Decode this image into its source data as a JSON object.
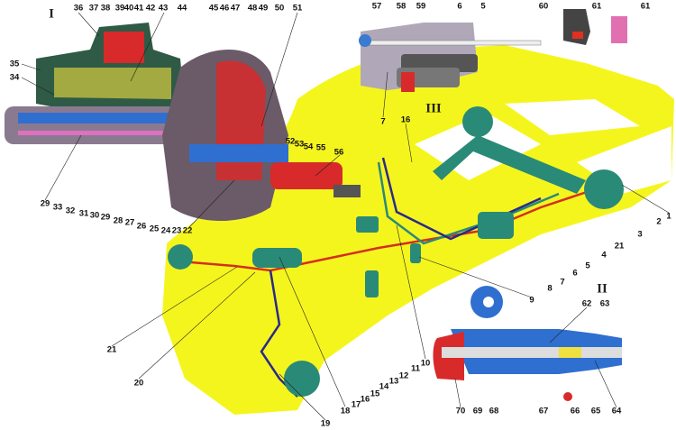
{
  "sections": [
    "I",
    "II",
    "III"
  ],
  "labels": [
    "36",
    "37",
    "38",
    "39",
    "40",
    "41",
    "42",
    "43",
    "44",
    "45",
    "46",
    "47",
    "48",
    "49",
    "50",
    "51",
    "35",
    "34",
    "29",
    "33",
    "32",
    "31",
    "30",
    "29",
    "28",
    "27",
    "26",
    "25",
    "24",
    "23",
    "22",
    "52",
    "53",
    "54",
    "55",
    "56",
    "57",
    "58",
    "59",
    "6",
    "5",
    "60",
    "61",
    "61",
    "7",
    "16",
    "1",
    "2",
    "3",
    "21",
    "4",
    "5",
    "6",
    "7",
    "8",
    "9",
    "62",
    "63",
    "10",
    "11",
    "12",
    "13",
    "14",
    "15",
    "16",
    "17",
    "18",
    "19",
    "20",
    "21",
    "70",
    "69",
    "68",
    "67",
    "66",
    "65",
    "64"
  ],
  "colors": {
    "car": "#f5f51e",
    "brake_parts": "#2a8a78",
    "pipe_red": "#d2301e",
    "pipe_blue": "#2a2a8a",
    "cutaway_blue": "#2f6fd0",
    "cutaway_red": "#d82a2a"
  }
}
